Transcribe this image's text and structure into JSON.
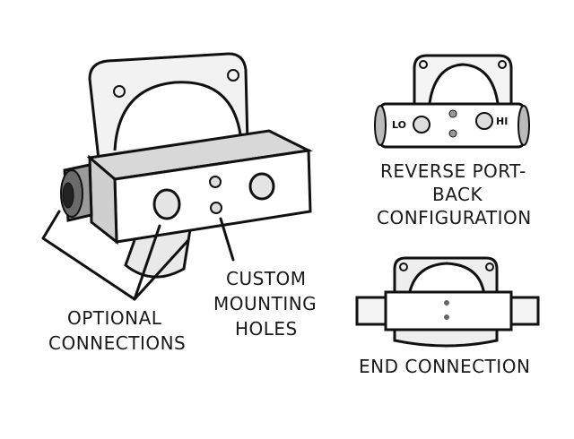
{
  "labels": {
    "optional": [
      "OPTIONAL",
      "CONNECTIONS"
    ],
    "custom": [
      "CUSTOM",
      "MOUNTING",
      "HOLES"
    ],
    "reverse": [
      "REVERSE PORT-",
      "BACK",
      "CONFIGURATION"
    ],
    "end": "END CONNECTION"
  },
  "port_marks": {
    "lo": "LO",
    "hi": "HI"
  }
}
